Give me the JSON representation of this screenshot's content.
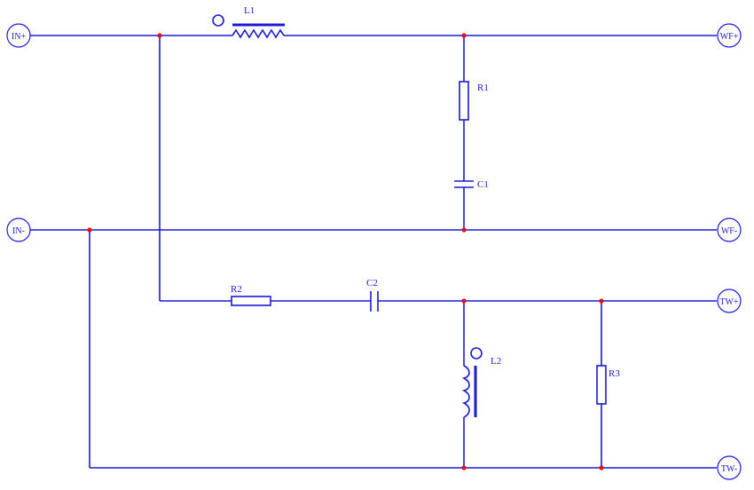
{
  "terminals": {
    "in_plus": "IN+",
    "in_minus": "IN-",
    "wf_plus": "WF+",
    "wf_minus": "WF-",
    "tw_plus": "TW+",
    "tw_minus": "TW-"
  },
  "components": {
    "L1": "L1",
    "L2": "L2",
    "R1": "R1",
    "R2": "R2",
    "R3": "R3",
    "C1": "C1",
    "C2": "C2"
  },
  "colors": {
    "wire": "#1a1ad6",
    "node": "#e0101a",
    "background": "#ffffff"
  }
}
